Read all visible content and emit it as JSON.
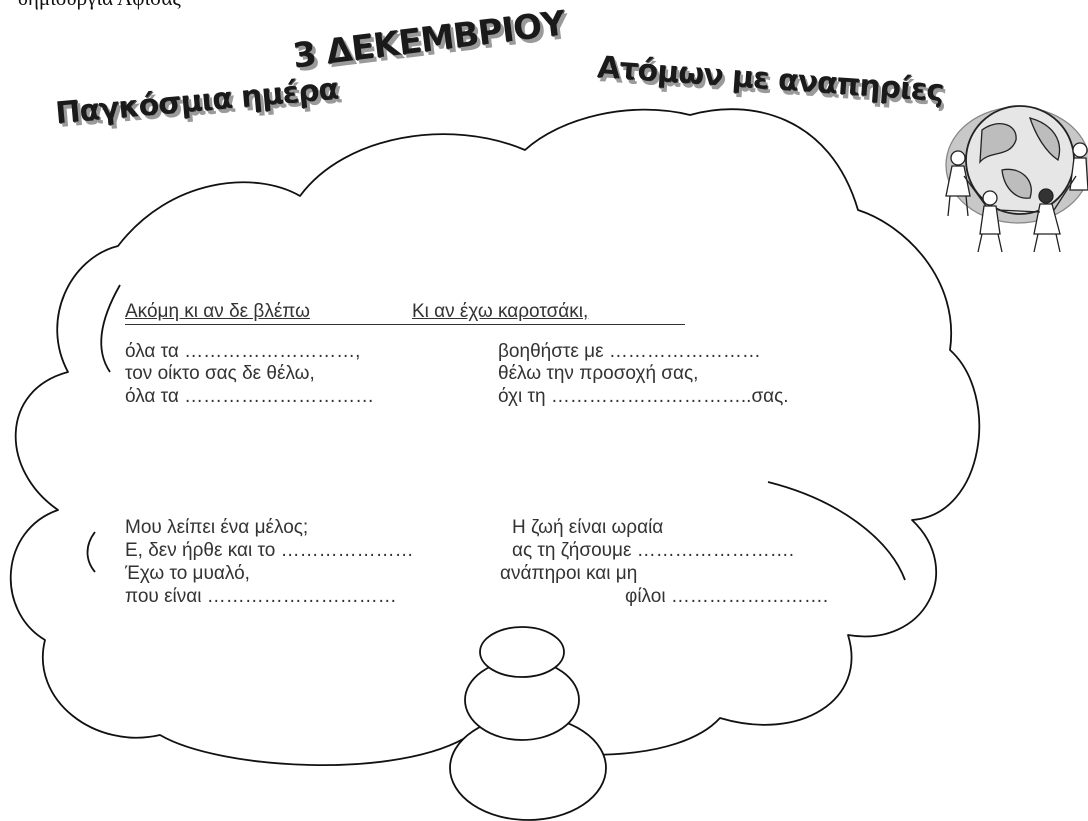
{
  "top_text": "δημιουργία Αφίσας",
  "titles": {
    "date": "3 ΔΕΚΕΜΒΡΙΟΥ",
    "left": "Παγκόσμια ημέρα",
    "right": "Ατόμων με αναπηρίες"
  },
  "poem": {
    "stanza1": {
      "heading_left": "Ακόμη κι αν δε βλέπω",
      "heading_right": "Κι αν έχω καροτσάκι,",
      "left_lines": [
        "όλα τα ………………………,",
        "τον οίκτο σας δε θέλω,",
        "όλα τα …………………………"
      ],
      "right_lines": [
        "βοηθήστε με ……………………",
        "θέλω την προσοχή σας,",
        "όχι τη …………………………..σας."
      ]
    },
    "stanza2": {
      "left_lines": [
        "Μου λείπει ένα μέλος;",
        "Ε, δεν ήρθε και το …………………",
        "Έχω το μυαλό,",
        "που είναι …………………………"
      ],
      "right_lines": [
        "Η ζωή είναι ωραία",
        "ας τη ζήσουμε …………………….",
        "ανάπηροι και μη",
        "φίλοι ……………………."
      ]
    }
  },
  "illustration": {
    "icon": "globe-people-icon"
  }
}
